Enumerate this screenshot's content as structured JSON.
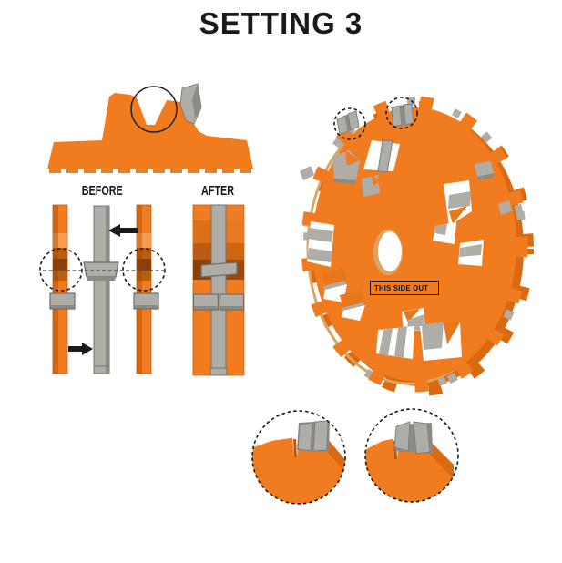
{
  "title": "SETTING 3",
  "comparison": {
    "before_label": "BEFORE",
    "after_label": "AFTER"
  },
  "wheel": {
    "side_label": "THIS SIDE OUT"
  },
  "colors": {
    "orange": "#F17C20",
    "orange_dark": "#D96A10",
    "orange_accent": "#E8761A",
    "orange_band": "#BC5E12",
    "orange_deep": "#8B4209",
    "orange_light": "#F59C4F",
    "tan": "#D9A464",
    "gray": "#AFADA8",
    "gray_dark": "#8C8A84",
    "gray_edge": "#6E6C66",
    "ink": "#1A1A1A",
    "bg": "#FFFFFF"
  }
}
